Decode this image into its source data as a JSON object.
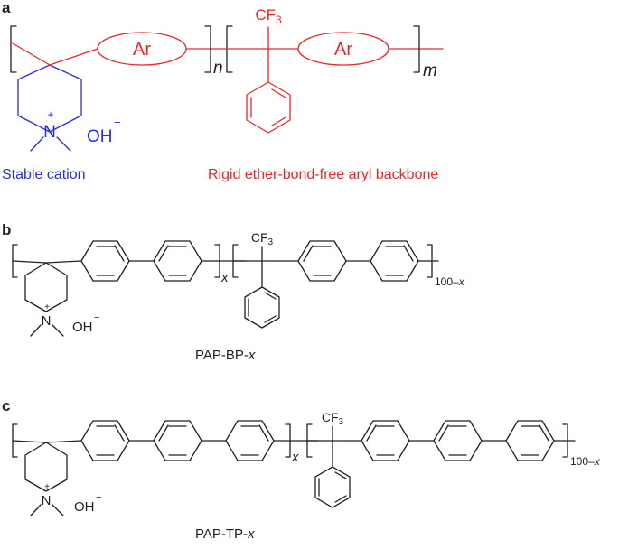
{
  "panels": {
    "a": {
      "label": "a",
      "ar_label": "Ar",
      "cf3": "CF",
      "cf3_sub": "3",
      "n": "n",
      "m": "m",
      "plus": "+",
      "nitrogen": "N",
      "hydroxide": "OH",
      "minus": "−",
      "stable_cation": "Stable cation",
      "backbone": "Rigid ether-bond-free aryl backbone"
    },
    "b": {
      "label": "b",
      "cf3": "CF",
      "cf3_sub": "3",
      "x": "x",
      "sub_100": "100–",
      "sub_x": "x",
      "plus": "+",
      "nitrogen": "N",
      "hydroxide": "OH",
      "minus": "−",
      "name_prefix": "PAP-BP-",
      "name_x": "x"
    },
    "c": {
      "label": "c",
      "cf3": "CF",
      "cf3_sub": "3",
      "x": "x",
      "sub_100": "100–",
      "sub_x": "x",
      "plus": "+",
      "nitrogen": "N",
      "hydroxide": "OH",
      "minus": "−",
      "name_prefix": "PAP-TP-",
      "name_x": "x"
    }
  },
  "colors": {
    "structure": "#231f20",
    "backbone": "#e8262d",
    "cation": "#2b2fd6"
  }
}
